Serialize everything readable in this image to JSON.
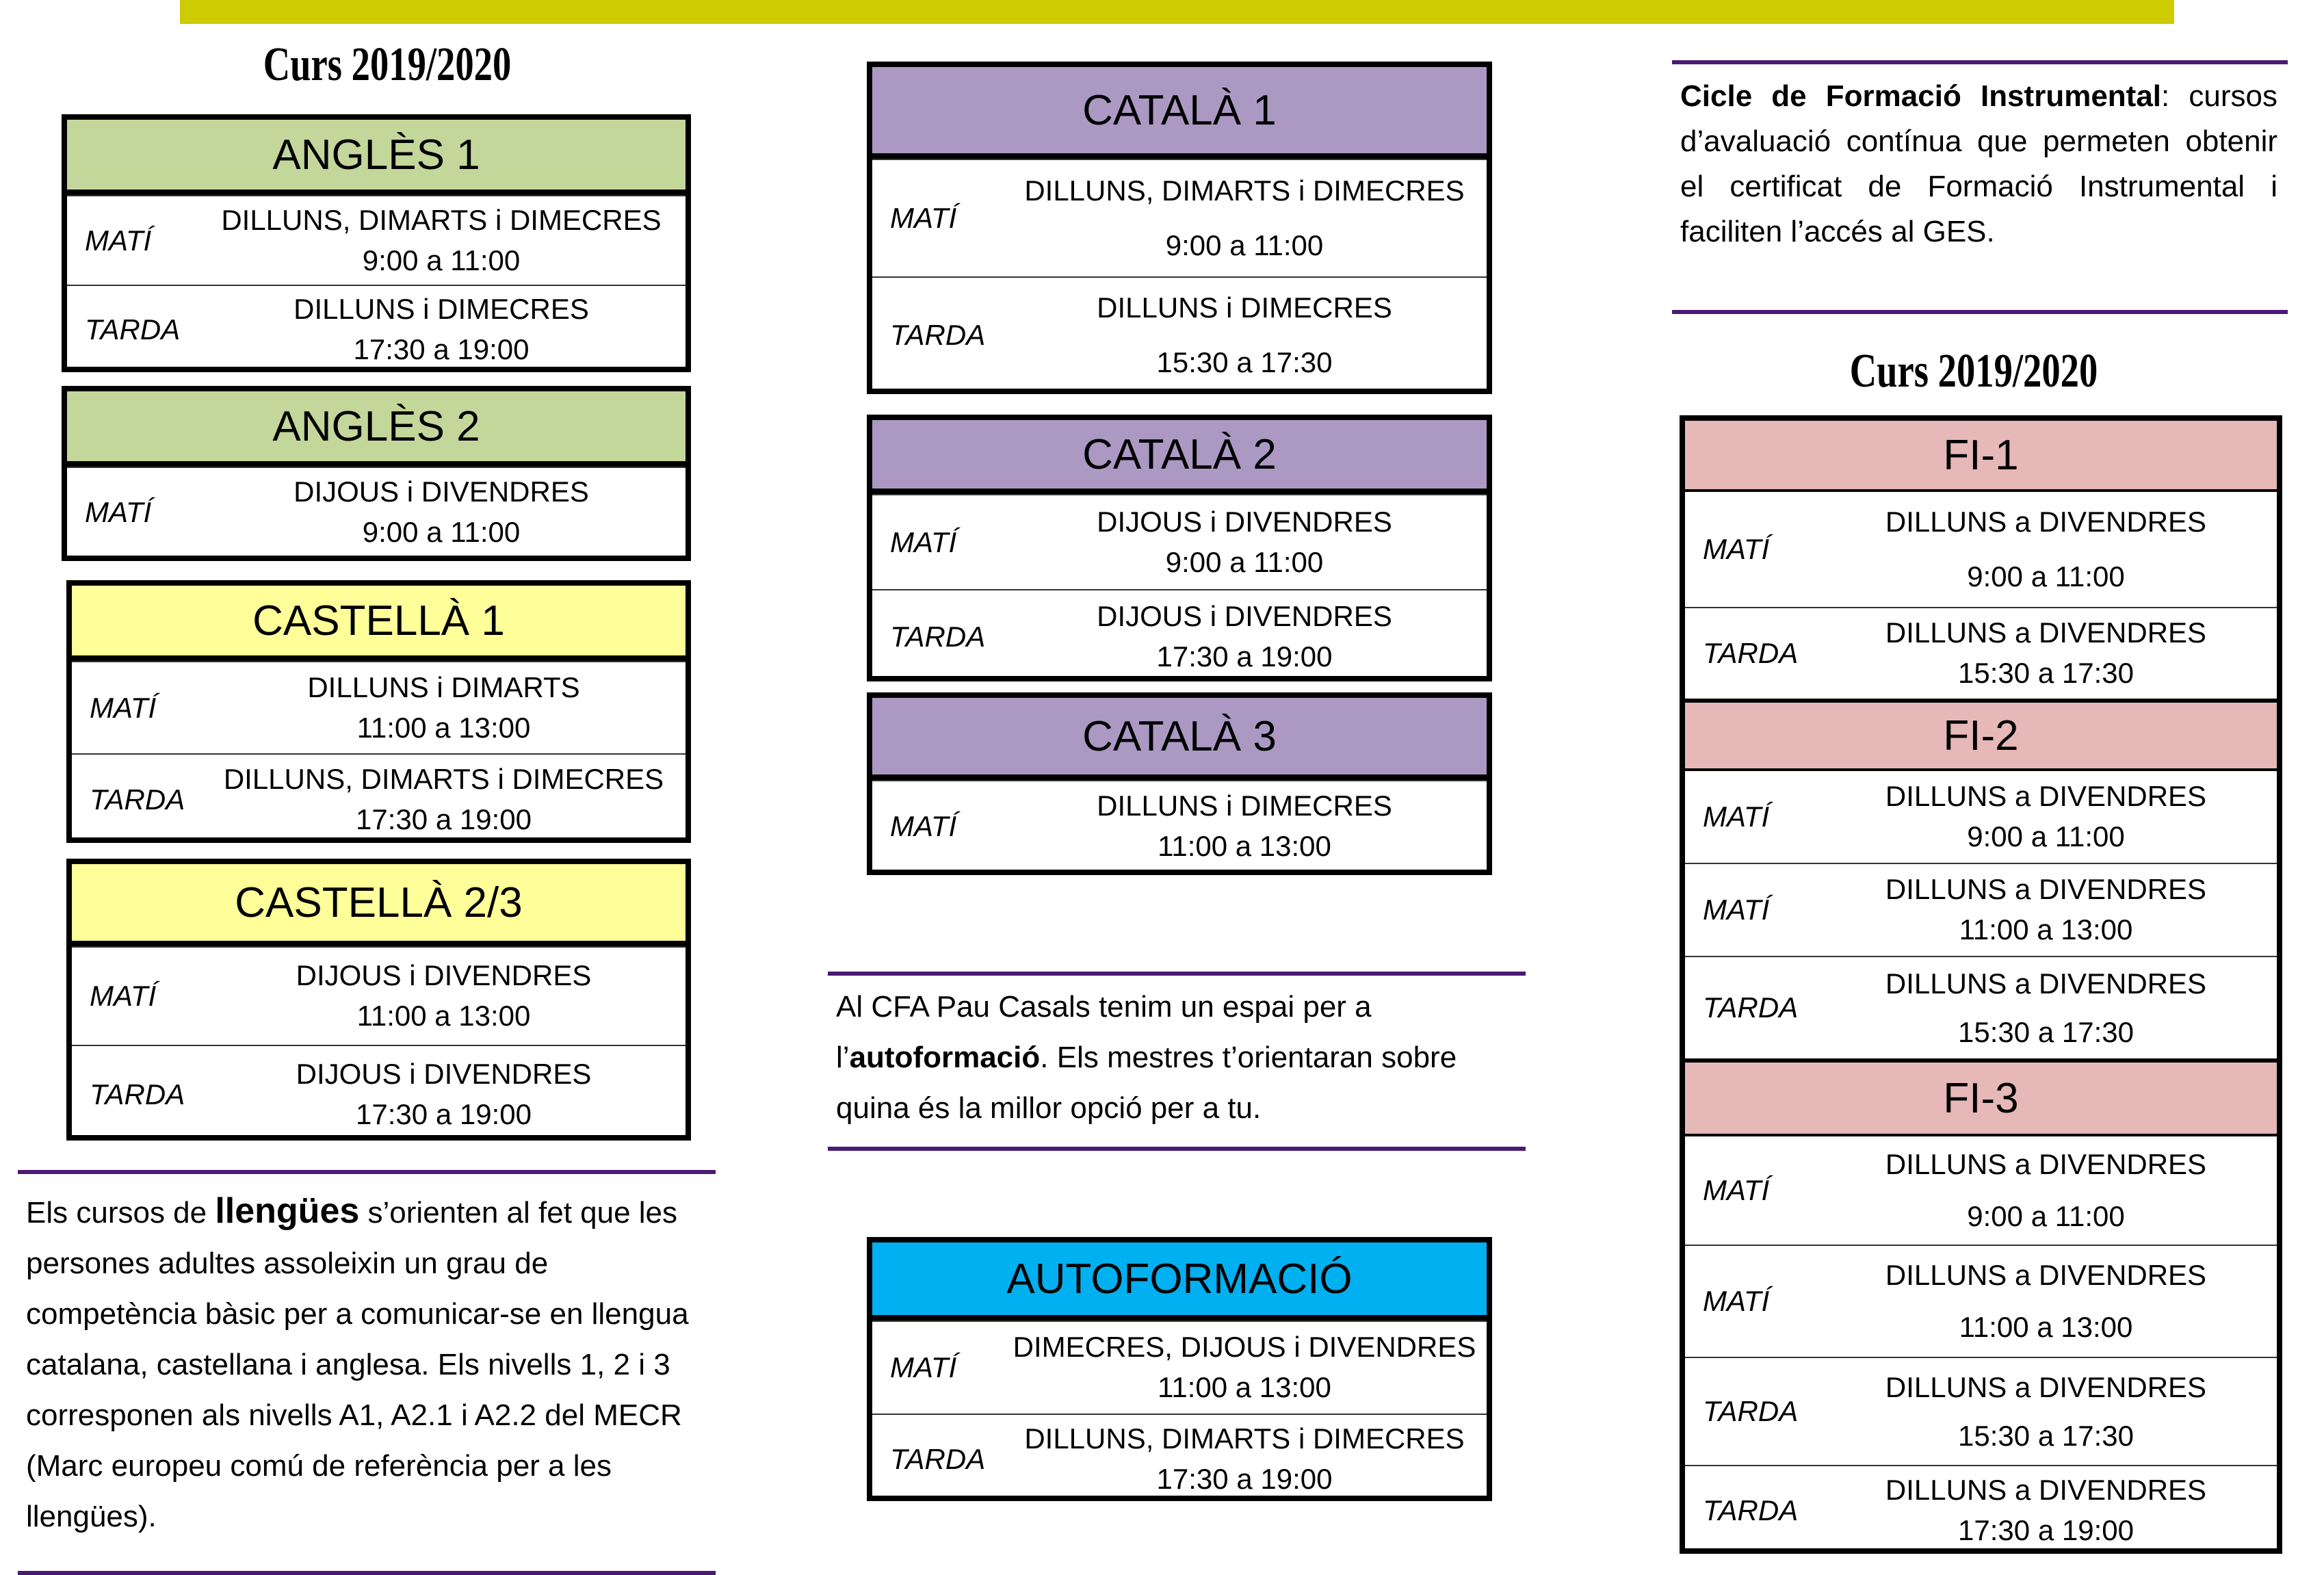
{
  "colors": {
    "top_bar": "#cccc00",
    "angles": "#c4d79b",
    "castella": "#ffff99",
    "catala": "#ab99c3",
    "autoformacio": "#00b0f0",
    "fi": "#e6b8b7",
    "divider": "#4b1b73"
  },
  "left": {
    "title": "Curs 2019/2020",
    "courses": [
      {
        "name": "ANGLÈS 1",
        "rows": [
          {
            "label": "MATÍ",
            "days": "DILLUNS, DIMARTS i DIMECRES",
            "time": "9:00 a 11:00"
          },
          {
            "label": "TARDA",
            "days": "DILLUNS  i  DIMECRES",
            "time": "17:30 a 19:00"
          }
        ]
      },
      {
        "name": "ANGLÈS 2",
        "rows": [
          {
            "label": "MATÍ",
            "days": "DIJOUS i DIVENDRES",
            "time": "9:00 a 11:00"
          }
        ]
      },
      {
        "name": "CASTELLÀ 1",
        "rows": [
          {
            "label": "MATÍ",
            "days": "DILLUNS i DIMARTS",
            "time": "11:00 a 13:00"
          },
          {
            "label": "TARDA",
            "days": "DILLUNS, DIMARTS i DIMECRES",
            "time": "17:30 a 19:00"
          }
        ]
      },
      {
        "name": "CASTELLÀ 2/3",
        "rows": [
          {
            "label": "MATÍ",
            "days": "DIJOUS i DIVENDRES",
            "time": "11:00 a 13:00"
          },
          {
            "label": "TARDA",
            "days": "DIJOUS i DIVENDRES",
            "time": "17:30 a 19:00"
          }
        ]
      }
    ],
    "info": {
      "pre": "Els cursos de ",
      "bold": "llengües",
      "post": " s’orienten al fet que les persones adultes assoleixin un grau de competència bàsic per a comunicar-se en llengua catalana, castellana i anglesa. Els nivells 1, 2 i 3 corresponen als nivells A1, A2.1 i A2.2 del MECR (Marc europeu comú de referència per a les llengües)."
    }
  },
  "middle": {
    "courses": [
      {
        "name": "CATALÀ 1",
        "rows": [
          {
            "label": "MATÍ",
            "days": "DILLUNS, DIMARTS i DIMECRES",
            "time": "9:00 a 11:00"
          },
          {
            "label": "TARDA",
            "days": "DILLUNS  i  DIMECRES",
            "time": "15:30 a 17:30"
          }
        ]
      },
      {
        "name": "CATALÀ 2",
        "rows": [
          {
            "label": "MATÍ",
            "days": "DIJOUS i DIVENDRES",
            "time": "9:00 a 11:00"
          },
          {
            "label": "TARDA",
            "days": "DIJOUS i DIVENDRES",
            "time": "17:30 a 19:00"
          }
        ]
      },
      {
        "name": "CATALÀ 3",
        "rows": [
          {
            "label": "MATÍ",
            "days": "DILLUNS  i  DIMECRES",
            "time": "11:00 a 13:00"
          }
        ]
      }
    ],
    "info": {
      "pre": "Al CFA Pau Casals tenim un espai per a l’",
      "bold": "autoformació",
      "post": ". Els mestres t’orientaran sobre quina és la millor opció per a tu."
    },
    "autoformacio": {
      "name": "AUTOFORMACIÓ",
      "rows": [
        {
          "label": "MATÍ",
          "days": "DIMECRES, DIJOUS i DIVENDRES",
          "time": "11:00 a 13:00"
        },
        {
          "label": "TARDA",
          "days": "DILLUNS, DIMARTS i DIMECRES",
          "time": "17:30 a 19:00"
        }
      ]
    }
  },
  "right": {
    "info": {
      "bold": "Cicle de Formació Instrumental",
      "post": ": cursos d’avaluació contínua que permeten obtenir el certificat de Formació Instrumental i faciliten l’accés al GES."
    },
    "title": "Curs 2019/2020",
    "levels": [
      {
        "name": "FI-1",
        "rows": [
          {
            "label": "MATÍ",
            "days": "DILLUNS a DIVENDRES",
            "time": "9:00 a 11:00"
          },
          {
            "label": "TARDA",
            "days": "DILLUNS a DIVENDRES",
            "time": "15:30 a 17:30"
          }
        ]
      },
      {
        "name": "FI-2",
        "rows": [
          {
            "label": "MATÍ",
            "days": "DILLUNS a DIVENDRES",
            "time": "9:00 a 11:00"
          },
          {
            "label": "MATÍ",
            "days": "DILLUNS a DIVENDRES",
            "time": "11:00 a 13:00"
          },
          {
            "label": "TARDA",
            "days": "DILLUNS a DIVENDRES",
            "time": "15:30 a 17:30"
          }
        ]
      },
      {
        "name": "FI-3",
        "rows": [
          {
            "label": "MATÍ",
            "days": "DILLUNS a DIVENDRES",
            "time": "9:00 a 11:00"
          },
          {
            "label": "MATÍ",
            "days": "DILLUNS a DIVENDRES",
            "time": "11:00 a 13:00"
          },
          {
            "label": "TARDA",
            "days": "DILLUNS a DIVENDRES",
            "time": "15:30 a 17:30"
          },
          {
            "label": "TARDA",
            "days": "DILLUNS a DIVENDRES",
            "time": "17:30 a 19:00"
          }
        ]
      }
    ]
  }
}
